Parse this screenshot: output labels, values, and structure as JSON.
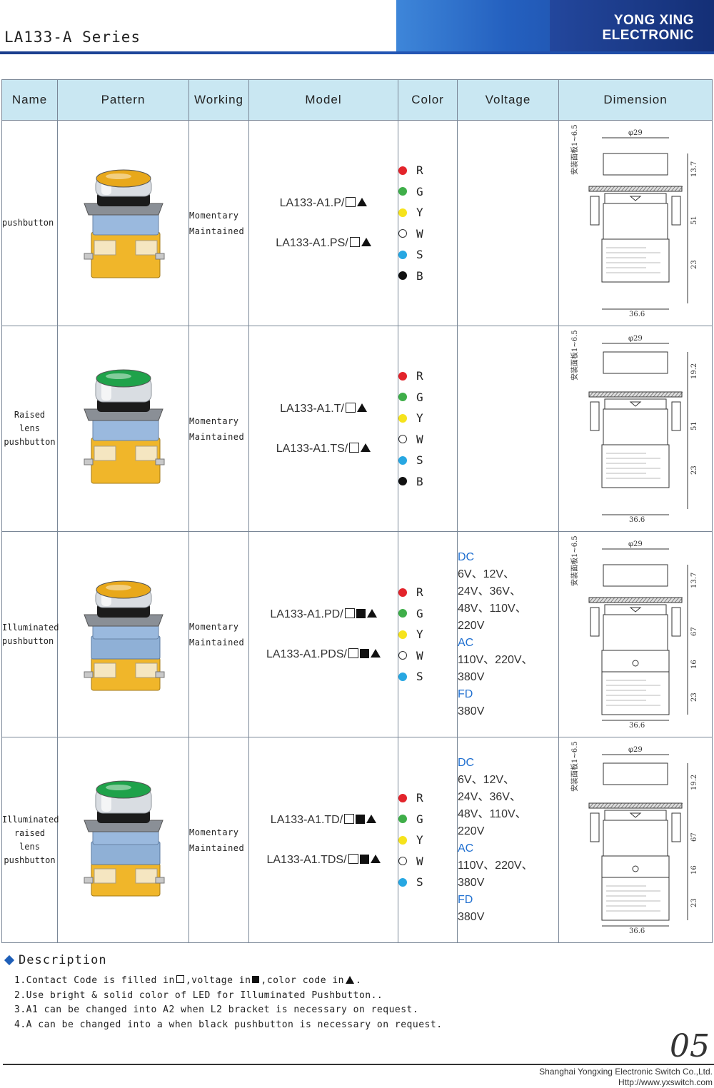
{
  "header": {
    "series_title": "LA133-A Series",
    "brand_line1": "YONG XING",
    "brand_line2": "ELECTRONIC"
  },
  "table": {
    "columns": [
      "Name",
      "Pattern",
      "Working",
      "Model",
      "Color",
      "Voltage",
      "Dimension"
    ],
    "rows": [
      {
        "name": [
          "pushbutton"
        ],
        "lens_color": "#e8a81a",
        "working": [
          "Momentary",
          "Maintained"
        ],
        "models": [
          "LA133-A1.P/",
          "LA133-A1.PS/"
        ],
        "model_filled_box": false,
        "colors": [
          {
            "code": "R",
            "hex": "#e3242b"
          },
          {
            "code": "G",
            "hex": "#3fae49"
          },
          {
            "code": "Y",
            "hex": "#f6e31c"
          },
          {
            "code": "W",
            "hex": "#ffffff"
          },
          {
            "code": "S",
            "hex": "#27a7e2"
          },
          {
            "code": "B",
            "hex": "#111111"
          }
        ],
        "voltage": [],
        "dimension": {
          "head_dia": "φ29",
          "panel": "安装面板1~6.5mm",
          "height_head": "13.7",
          "height_body": "51",
          "height_block": "23",
          "width": "36.6"
        }
      },
      {
        "name": [
          "Raised",
          "lens",
          "pushbutton"
        ],
        "lens_color": "#1fa24a",
        "working": [
          "Momentary",
          "Maintained"
        ],
        "models": [
          "LA133-A1.T/",
          "LA133-A1.TS/"
        ],
        "model_filled_box": false,
        "colors": [
          {
            "code": "R",
            "hex": "#e3242b"
          },
          {
            "code": "G",
            "hex": "#3fae49"
          },
          {
            "code": "Y",
            "hex": "#f6e31c"
          },
          {
            "code": "W",
            "hex": "#ffffff"
          },
          {
            "code": "S",
            "hex": "#27a7e2"
          },
          {
            "code": "B",
            "hex": "#111111"
          }
        ],
        "voltage": [],
        "dimension": {
          "head_dia": "φ29",
          "panel": "安装面板1~6.5mm",
          "height_head": "19.2",
          "height_body": "51",
          "height_block": "23",
          "width": "36.6"
        }
      },
      {
        "name": [
          "Illuminated",
          "pushbutton"
        ],
        "lens_color": "#e8a81a",
        "working": [
          "Momentary",
          "Maintained"
        ],
        "models": [
          "LA133-A1.PD/",
          "LA133-A1.PDS/"
        ],
        "model_filled_box": true,
        "colors": [
          {
            "code": "R",
            "hex": "#e3242b"
          },
          {
            "code": "G",
            "hex": "#3fae49"
          },
          {
            "code": "Y",
            "hex": "#f6e31c"
          },
          {
            "code": "W",
            "hex": "#ffffff"
          },
          {
            "code": "S",
            "hex": "#27a7e2"
          }
        ],
        "voltage": [
          {
            "text": "DC",
            "head": true
          },
          {
            "text": "6V、12V、",
            "head": false
          },
          {
            "text": "24V、36V、",
            "head": false
          },
          {
            "text": "48V、110V、",
            "head": false
          },
          {
            "text": "220V",
            "head": false
          },
          {
            "text": "AC",
            "head": true
          },
          {
            "text": "110V、220V、",
            "head": false
          },
          {
            "text": "380V",
            "head": false
          },
          {
            "text": "FD",
            "head": true
          },
          {
            "text": "380V",
            "head": false
          }
        ],
        "dimension": {
          "head_dia": "φ29",
          "panel": "安装面板1~6.5mm",
          "height_head": "13.7",
          "height_body": "67",
          "height_led": "16",
          "height_block": "23",
          "width": "36.6"
        }
      },
      {
        "name": [
          "Illuminated",
          "raised",
          "lens",
          "pushbutton"
        ],
        "lens_color": "#1fa24a",
        "working": [
          "Momentary",
          "Maintained"
        ],
        "models": [
          "LA133-A1.TD/",
          "LA133-A1.TDS/"
        ],
        "model_filled_box": true,
        "colors": [
          {
            "code": "R",
            "hex": "#e3242b"
          },
          {
            "code": "G",
            "hex": "#3fae49"
          },
          {
            "code": "Y",
            "hex": "#f6e31c"
          },
          {
            "code": "W",
            "hex": "#ffffff"
          },
          {
            "code": "S",
            "hex": "#27a7e2"
          }
        ],
        "voltage": [
          {
            "text": "DC",
            "head": true
          },
          {
            "text": "6V、12V、",
            "head": false
          },
          {
            "text": "24V、36V、",
            "head": false
          },
          {
            "text": "48V、110V、",
            "head": false
          },
          {
            "text": "220V",
            "head": false
          },
          {
            "text": "AC",
            "head": true
          },
          {
            "text": "110V、220V、",
            "head": false
          },
          {
            "text": "380V",
            "head": false
          },
          {
            "text": "FD",
            "head": true
          },
          {
            "text": "380V",
            "head": false
          }
        ],
        "dimension": {
          "head_dia": "φ29",
          "panel": "安装面板1~6.5mm",
          "height_head": "19.2",
          "height_body": "67",
          "height_led": "16",
          "height_block": "23",
          "width": "36.6"
        }
      }
    ]
  },
  "description": {
    "title": "Description",
    "items": [
      {
        "parts": [
          "1.Contact Code is filled in",
          ",voltage in",
          ",color code in",
          "."
        ]
      },
      {
        "text": "2.Use bright & solid color of LED for Illuminated Pushbutton.."
      },
      {
        "text": "3.A1 can be changed into A2 when L2 bracket is necessary on request."
      },
      {
        "text": "4.A can be changed into a when black pushbutton is necessary on request."
      }
    ]
  },
  "footer": {
    "page_number": "05",
    "company": "Shanghai Yongxing Electronic Switch Co.,Ltd.",
    "url": "Http://www.yxswitch.com"
  }
}
